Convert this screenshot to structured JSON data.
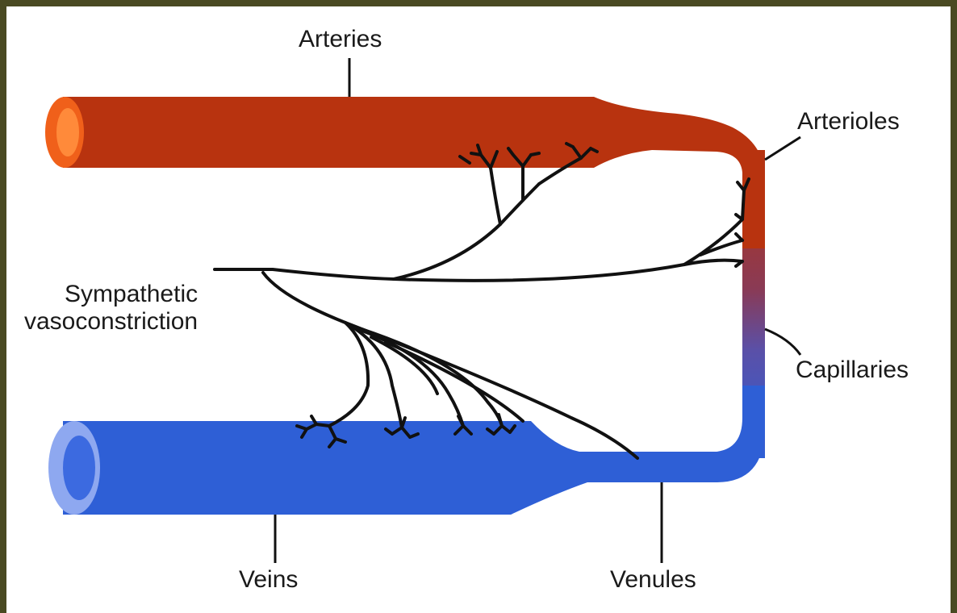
{
  "labels": {
    "arteries": "Arteries",
    "arterioles": "Arterioles",
    "sympathetic_line1": "Sympathetic",
    "sympathetic_line2": "vasoconstriction",
    "capillaries": "Capillaries",
    "veins": "Veins",
    "venules": "Venules"
  },
  "colors": {
    "artery": "#b8330f",
    "artery_lumen": "#f0601a",
    "artery_lumen_inner": "#ff8a3a",
    "capillary_mid": "#6a4a8a",
    "vein": "#2e5fd6",
    "vein_lumen": "#8ea8f0",
    "vein_lumen_inner": "#3c6ae0",
    "nerve": "#111111",
    "frame": "#4a4a22"
  }
}
